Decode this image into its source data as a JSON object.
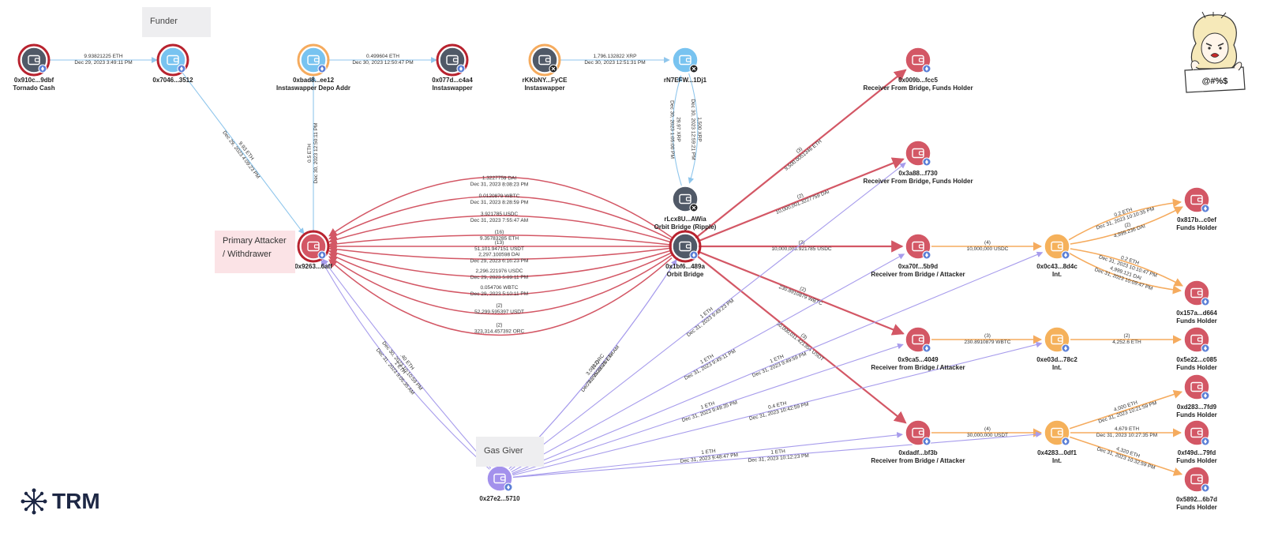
{
  "callouts": {
    "funder": "Funder",
    "attacker": "Primary Attacker / Withdrawer",
    "gas_giver": "Gas Giver"
  },
  "brand": {
    "logo_text": "TRM",
    "mascot_sign": "@#%$"
  },
  "colors": {
    "dark_node": "#505967",
    "red_node": "#d35765",
    "blue_node": "#78c3f0",
    "orange_node": "#f5b15b",
    "purple_node": "#a391ec",
    "red_ring": "#b8232f",
    "orange_ring": "#f5ab5e",
    "node_badge": "#5b7fd6",
    "red_edge": "#d35765",
    "orange_edge": "#f5ab5e",
    "blue_edge": "#8fc6ec",
    "purple_edge": "#a79cec"
  },
  "nodes": [
    {
      "id": "n910",
      "label": "0x910c...9dbf",
      "sub": "Tornado Cash",
      "style": "dark",
      "ring": "red",
      "badge": "eth"
    },
    {
      "id": "n7046",
      "label": "0x7046...3512",
      "sub": "",
      "style": "blue",
      "ring": "red",
      "badge": "eth"
    },
    {
      "id": "nbad8",
      "label": "0xbad8...ee12",
      "sub": "Instaswapper Depo Addr",
      "style": "blue",
      "ring": "orange",
      "badge": "eth"
    },
    {
      "id": "n077d",
      "label": "0x077d...c4a4",
      "sub": "Instaswapper",
      "style": "dark",
      "ring": "red",
      "badge": "eth"
    },
    {
      "id": "nrKK",
      "label": "rKKbNY...FyCE",
      "sub": "Instaswapper",
      "style": "dark",
      "ring": "orange",
      "badge": "xrp"
    },
    {
      "id": "nrN7",
      "label": "rN7EFW...1Dj1",
      "sub": "",
      "style": "blue",
      "ring": "none",
      "badge": "xrp"
    },
    {
      "id": "nrLc",
      "label": "rLcx8U...AWia",
      "sub": "Orbit Bridge (Ripple)",
      "style": "dark",
      "ring": "none",
      "badge": "xrp"
    },
    {
      "id": "n9263",
      "label": "0x9263...6aff",
      "sub": "",
      "style": "red",
      "ring": "red",
      "badge": "eth"
    },
    {
      "id": "n1bf6",
      "label": "0x1bf6...489a",
      "sub": "Orbit Bridge",
      "style": "dark",
      "ring": "red",
      "badge": "eth"
    },
    {
      "id": "n009b",
      "label": "0x009b...fcc5",
      "sub": "Receiver From Bridge, Funds Holder",
      "style": "red",
      "ring": "none",
      "badge": "eth"
    },
    {
      "id": "n3a88",
      "label": "0x3a88...f730",
      "sub": "Receiver From Bridge, Funds Holder",
      "style": "red",
      "ring": "none",
      "badge": "eth"
    },
    {
      "id": "na70f",
      "label": "0xa70f...5b9d",
      "sub": "Receiver from Bridge / Attacker",
      "style": "red",
      "ring": "none",
      "badge": "eth"
    },
    {
      "id": "n9ca5",
      "label": "0x9ca5...4049",
      "sub": "Receiver from Bridge / Attacker",
      "style": "red",
      "ring": "none",
      "badge": "eth"
    },
    {
      "id": "ndadf",
      "label": "0xdadf...bf3b",
      "sub": "Receiver from Bridge / Attacker",
      "style": "red",
      "ring": "none",
      "badge": "eth"
    },
    {
      "id": "n0c43",
      "label": "0x0c43...8d4c",
      "sub": "Int.",
      "style": "orange",
      "ring": "none",
      "badge": "eth"
    },
    {
      "id": "ne03d",
      "label": "0xe03d...78c2",
      "sub": "Int.",
      "style": "orange",
      "ring": "none",
      "badge": "eth"
    },
    {
      "id": "n4283",
      "label": "0x4283...0df1",
      "sub": "Int.",
      "style": "orange",
      "ring": "none",
      "badge": "eth"
    },
    {
      "id": "n817b",
      "label": "0x817b...c0ef",
      "sub": "Funds Holder",
      "style": "red",
      "ring": "none",
      "badge": "eth"
    },
    {
      "id": "n157a",
      "label": "0x157a...d664",
      "sub": "Funds Holder",
      "style": "red",
      "ring": "none",
      "badge": "eth"
    },
    {
      "id": "n5e22",
      "label": "0x5e22...c085",
      "sub": "Funds Holder",
      "style": "red",
      "ring": "none",
      "badge": "eth"
    },
    {
      "id": "nd283",
      "label": "0xd283...7fd9",
      "sub": "Funds Holder",
      "style": "red",
      "ring": "none",
      "badge": "eth"
    },
    {
      "id": "nf49d",
      "label": "0xf49d...79fd",
      "sub": "Funds Holder",
      "style": "red",
      "ring": "none",
      "badge": "eth"
    },
    {
      "id": "n5892",
      "label": "0x5892...6b7d",
      "sub": "Funds Holder",
      "style": "red",
      "ring": "none",
      "badge": "eth"
    },
    {
      "id": "n27e2",
      "label": "0x27e2...5710",
      "sub": "",
      "style": "purple",
      "ring": "none",
      "badge": "eth"
    }
  ],
  "edges": [
    {
      "from": "n910",
      "to": "n7046",
      "color": "blue",
      "l1": "9.93821225 ETH",
      "l2": "Dec 29, 2023 3:49:11 PM"
    },
    {
      "from": "nbad8",
      "to": "n077d",
      "color": "blue",
      "l1": "0.499604 ETH",
      "l2": "Dec 30, 2023 12:50:47 PM"
    },
    {
      "from": "nrKK",
      "to": "nrN7",
      "color": "blue",
      "l1": "1,796.132822 XRP",
      "l2": "Dec 30, 2023 12:51:31 PM"
    },
    {
      "from": "n7046",
      "to": "n9263",
      "color": "blue",
      "l1": "9.93 ETH",
      "l2": "Dec 29, 2023 4:09:23 PM"
    },
    {
      "from": "n9263",
      "to": "nbad8",
      "color": "blue",
      "l1": "0.5 ETH",
      "l2": "Dec 30, 2023 12:50:11 PM"
    },
    {
      "from": "nrN7",
      "to": "nrLc",
      "color": "blue",
      "l1": "1,500 XRP",
      "l2": "Dec 30, 2023 12:59:21 PM"
    },
    {
      "from": "nrLc",
      "to": "nrN7",
      "color": "blue",
      "l1": "29.97 XRP",
      "l2": "Dec 30, 2023 1:05:00 PM"
    },
    {
      "from": "n1bf6",
      "to": "n9263",
      "color": "red",
      "l1": "(2)",
      "l2": "323,314.457392 ORC"
    },
    {
      "from": "n1bf6",
      "to": "n9263",
      "color": "red",
      "l1": "(2)",
      "l2": "52,299.595397 USDT"
    },
    {
      "from": "n1bf6",
      "to": "n9263",
      "color": "red",
      "l1": "0.054706 WBTC",
      "l2": "Dec 29, 2023 5:10:11 PM"
    },
    {
      "from": "n1bf6",
      "to": "n9263",
      "color": "red",
      "l1": "2,296.221976 USDC",
      "l2": "Dec 29, 2023 5:09:11 PM"
    },
    {
      "from": "n1bf6",
      "to": "n9263",
      "color": "red",
      "l1": "2,297.100598 DAI",
      "l2": "Dec 29, 2023 6:16:23 PM"
    },
    {
      "from": "n1bf6",
      "to": "n9263",
      "color": "red",
      "l1": "(13)",
      "l2": "51,101.947151 USDT"
    },
    {
      "from": "n1bf6",
      "to": "n9263",
      "color": "red",
      "l1": "(16)",
      "l2": "9.35783285 ETH"
    },
    {
      "from": "n1bf6",
      "to": "n9263",
      "color": "red",
      "l1": "3.921785 USDC",
      "l2": "Dec 31, 2023 7:55:47 AM"
    },
    {
      "from": "n1bf6",
      "to": "n9263",
      "color": "red",
      "l1": "0.0120879 WBTC",
      "l2": "Dec 31, 2023 8:28:59 PM"
    },
    {
      "from": "n1bf6",
      "to": "n9263",
      "color": "red",
      "l1": "1.3227759 DAI",
      "l2": "Dec 31, 2023 8:08:23 PM"
    },
    {
      "from": "n1bf6",
      "to": "n009b",
      "color": "red",
      "l1": "(3)",
      "l2": "9,500.0051346 ETH"
    },
    {
      "from": "n1bf6",
      "to": "n3a88",
      "color": "red",
      "l1": "(2)",
      "l2": "10,000,001.3227759 DAI"
    },
    {
      "from": "n1bf6",
      "to": "na70f",
      "color": "red",
      "l1": "(2)",
      "l2": "10,000,003.921785 USDC"
    },
    {
      "from": "n1bf6",
      "to": "n9ca5",
      "color": "red",
      "l1": "(2)",
      "l2": "230.8910879 WBTC"
    },
    {
      "from": "n1bf6",
      "to": "ndadf",
      "color": "red",
      "l1": "(3)",
      "l2": "30,000,011.421354 USDT"
    },
    {
      "from": "na70f",
      "to": "n0c43",
      "color": "orange",
      "l1": "(4)",
      "l2": "10,000,000 USDC"
    },
    {
      "from": "n9ca5",
      "to": "ne03d",
      "color": "orange",
      "l1": "(3)",
      "l2": "230.8910879 WBTC"
    },
    {
      "from": "ndadf",
      "to": "n4283",
      "color": "orange",
      "l1": "(4)",
      "l2": "30,000,000 USDT"
    },
    {
      "from": "ne03d",
      "to": "n5e22",
      "color": "orange",
      "l1": "(2)",
      "l2": "4,252.6 ETH"
    },
    {
      "from": "n0c43",
      "to": "n817b",
      "color": "orange",
      "l1": "0.2 ETH",
      "l2": "Dec 31, 2023 10:10:35 PM"
    },
    {
      "from": "n0c43",
      "to": "n817b",
      "color": "orange",
      "l1": "(2)",
      "l2": "4,999.236 DAI"
    },
    {
      "from": "n0c43",
      "to": "n157a",
      "color": "orange",
      "l1": "0.2 ETH",
      "l2": "Dec 31, 2023 10:10:47 PM"
    },
    {
      "from": "n0c43",
      "to": "n157a",
      "color": "orange",
      "l1": "4,999.121 DAI",
      "l2": "Dec 31, 2023 10:09:47 PM"
    },
    {
      "from": "n4283",
      "to": "nd283",
      "color": "orange",
      "l1": "4,000 ETH",
      "l2": "Dec 31, 2023 10:21:59 PM"
    },
    {
      "from": "n4283",
      "to": "nf49d",
      "color": "orange",
      "l1": "4,679 ETH",
      "l2": "Dec 31, 2023 10:27:35 PM"
    },
    {
      "from": "n4283",
      "to": "n5892",
      "color": "orange",
      "l1": "4,320 ETH",
      "l2": "Dec 31, 2023 10:32:59 PM"
    },
    {
      "from": "n27e2",
      "to": "n9263",
      "color": "purple",
      "l1": "1 ETH",
      "l2": "Dec 31, 2023 9:05:35 AM"
    },
    {
      "from": "n27e2",
      "to": "n9263",
      "color": "purple",
      "l1": ".40 ETH",
      "l2": "Dec 30, 2023 10:10:59 PM"
    },
    {
      "from": "n1bf6",
      "to": "n27e2",
      "color": "purple",
      "l1": "3,000 ORC",
      "l2": "Dec 31, 2023 9:07:47 AM"
    },
    {
      "from": "n27e2",
      "to": "n1bf6",
      "color": "purple",
      "l1": "(12)",
      "l2": "70.99508628 ETH"
    },
    {
      "from": "n27e2",
      "to": "n3a88",
      "color": "purple",
      "l1": "1 ETH",
      "l2": "Dec 31, 2023 9:49:23 PM"
    },
    {
      "from": "n27e2",
      "to": "na70f",
      "color": "purple",
      "l1": "1 ETH",
      "l2": "Dec 31, 2023 9:49:11 PM"
    },
    {
      "from": "n27e2",
      "to": "n0c43",
      "color": "purple",
      "l1": "1 ETH",
      "l2": "Dec 31, 2023 9:49:59 PM"
    },
    {
      "from": "n27e2",
      "to": "n9ca5",
      "color": "purple",
      "l1": "1 ETH",
      "l2": "Dec 31, 2023 9:49:35 PM"
    },
    {
      "from": "n27e2",
      "to": "ne03d",
      "color": "purple",
      "l1": "0.4 ETH",
      "l2": "Dec 31, 2023 10:42:59 PM"
    },
    {
      "from": "n27e2",
      "to": "ndadf",
      "color": "purple",
      "l1": "1 ETH",
      "l2": "Dec 31, 2023 9:48:47 PM"
    },
    {
      "from": "n27e2",
      "to": "n4283",
      "color": "purple",
      "l1": "1 ETH",
      "l2": "Dec 31, 2023 10:12:23 PM"
    }
  ]
}
